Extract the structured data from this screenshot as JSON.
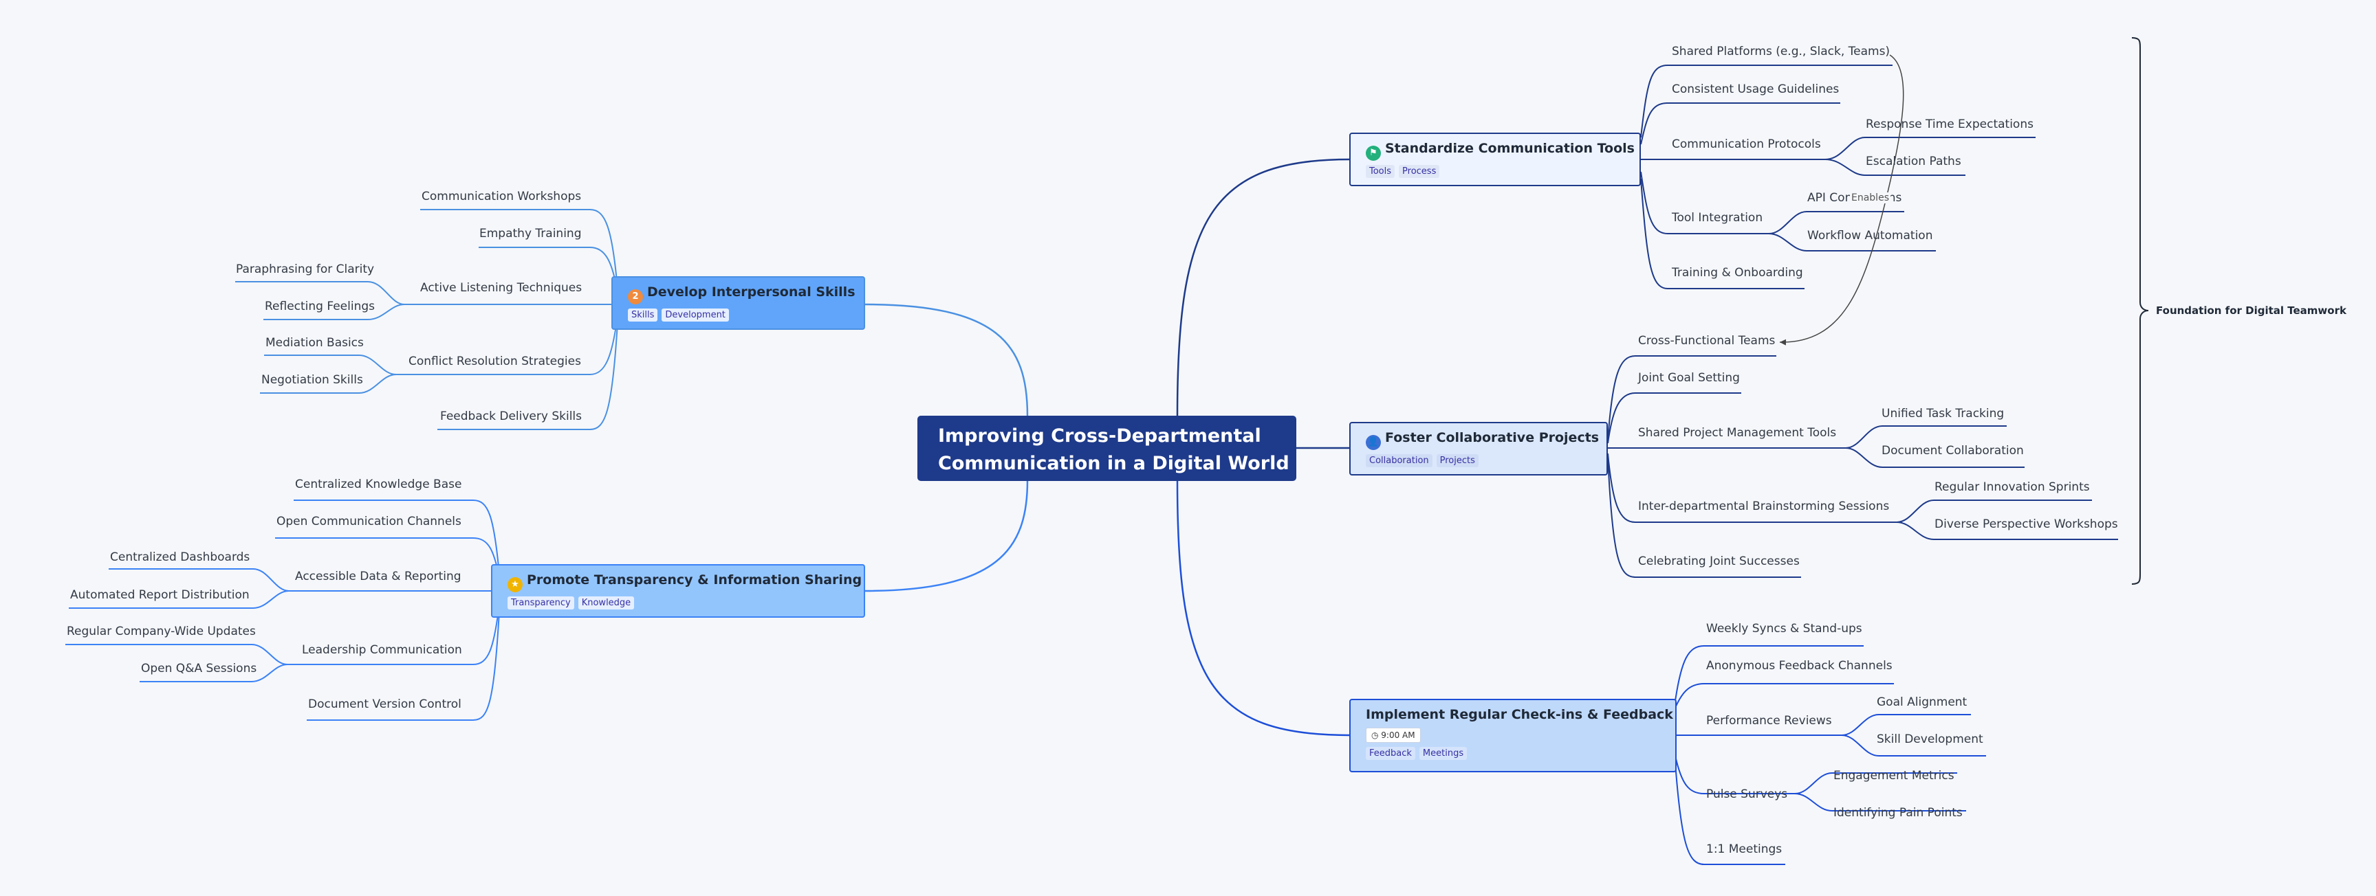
{
  "central": {
    "line1": "Improving Cross-Departmental",
    "line2": "Communication in a Digital World"
  },
  "branches": {
    "tools": {
      "title": "Standardize Communication Tools",
      "icon": "flag-icon",
      "tags": [
        "Tools",
        "Process"
      ]
    },
    "projects": {
      "title": "Foster Collaborative Projects",
      "icon": "person-icon",
      "tags": [
        "Collaboration",
        "Projects"
      ]
    },
    "checkins": {
      "title": "Implement Regular Check-ins & Feedback",
      "icon": "none",
      "time": "9:00 AM",
      "tags": [
        "Feedback",
        "Meetings"
      ]
    },
    "interpersonal": {
      "title": "Develop Interpersonal Skills",
      "icon": "number-badge-icon",
      "icon_text": "2",
      "tags": [
        "Skills",
        "Development"
      ]
    },
    "transparency": {
      "title": "Promote Transparency & Information Sharing",
      "icon": "star-icon",
      "tags": [
        "Transparency",
        "Knowledge"
      ]
    }
  },
  "leaves": {
    "tools": [
      "Shared Platforms (e.g., Slack, Teams)",
      "Consistent Usage Guidelines",
      "Communication Protocols",
      "Response Time Expectations",
      "Escalation Paths",
      "Tool Integration",
      "API Connections",
      "Workflow Automation",
      "Training & Onboarding"
    ],
    "projects": [
      "Cross-Functional Teams",
      "Joint Goal Setting",
      "Shared Project Management Tools",
      "Unified Task Tracking",
      "Document Collaboration",
      "Inter-departmental Brainstorming Sessions",
      "Regular Innovation Sprints",
      "Diverse Perspective Workshops",
      "Celebrating Joint Successes"
    ],
    "checkins": [
      "Weekly Syncs & Stand-ups",
      "Anonymous Feedback Channels",
      "Performance Reviews",
      "Goal Alignment",
      "Skill Development",
      "Pulse Surveys",
      "Engagement Metrics",
      "Identifying Pain Points",
      "1:1 Meetings"
    ],
    "interpersonal": [
      "Communication Workshops",
      "Empathy Training",
      "Active Listening Techniques",
      "Paraphrasing for Clarity",
      "Reflecting Feelings",
      "Conflict Resolution Strategies",
      "Mediation Basics",
      "Negotiation Skills",
      "Feedback Delivery Skills"
    ],
    "transparency": [
      "Centralized Knowledge Base",
      "Open Communication Channels",
      "Accessible Data & Reporting",
      "Centralized Dashboards",
      "Automated Report Distribution",
      "Leadership Communication",
      "Regular Company-Wide Updates",
      "Open Q&A Sessions",
      "Document Version Control"
    ]
  },
  "relationship_label": "Enables",
  "summary_label": "Foundation for Digital Teamwork",
  "colors": {
    "background": "#f5f7fa",
    "central": "#1e3a8a",
    "tools_line": "#1e3a8a",
    "projects_line": "#1e3a8a",
    "checkins_line": "#1d4ed8",
    "interpersonal_line": "#4a90e2",
    "transparency_line": "#3b82f6"
  }
}
